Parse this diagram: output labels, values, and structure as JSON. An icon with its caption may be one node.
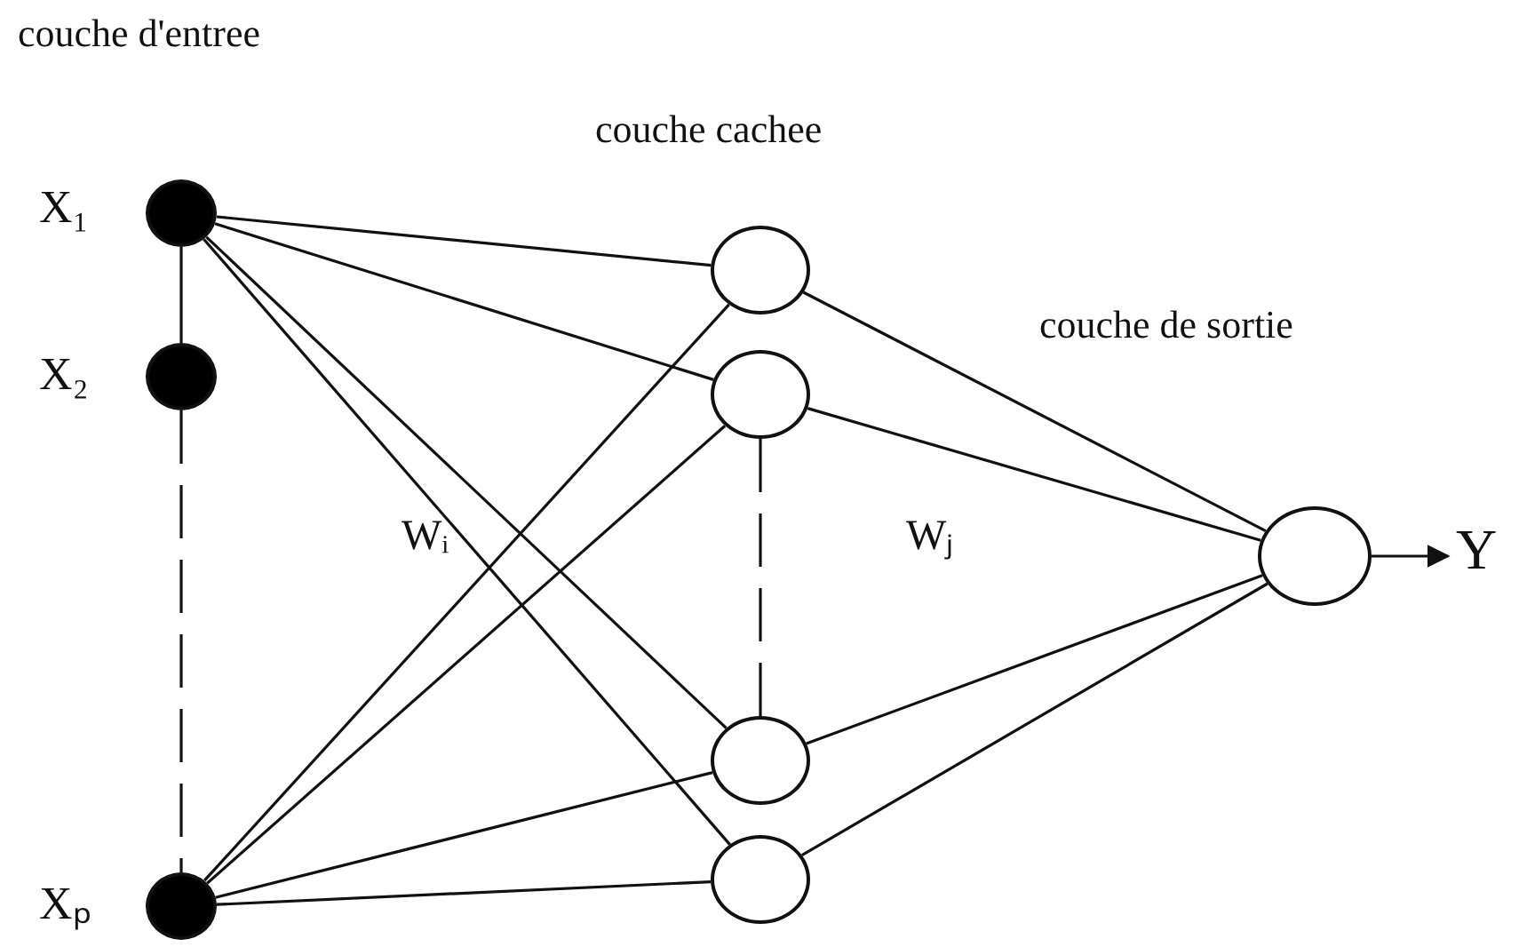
{
  "diagram": {
    "nodes": [
      {
        "text": [],
        "shape": "circle",
        "beside": [
          "X₁"
        ]
      },
      {
        "text": [],
        "shape": "circle",
        "beside": [
          "X₂"
        ]
      },
      {
        "text": [],
        "shape": "circle",
        "beside": [
          "Xₚ"
        ]
      },
      {
        "text": [],
        "shape": "circle"
      },
      {
        "text": [],
        "shape": "circle"
      },
      {
        "text": [],
        "shape": "circle"
      },
      {
        "text": [],
        "shape": "circle"
      },
      {
        "text": [],
        "shape": "circle"
      },
      {
        "text": [
          "Y"
        ]
      }
    ],
    "edges": [
      {
        "from": 0,
        "to": 1,
        "arrow": "none"
      },
      {
        "from": 1,
        "to": 2,
        "arrow": "none",
        "style": "dashed"
      },
      {
        "from": 0,
        "to": 3,
        "arrow": "none"
      },
      {
        "from": 0,
        "to": 4,
        "arrow": "none"
      },
      {
        "from": 0,
        "to": 5,
        "arrow": "none"
      },
      {
        "from": 0,
        "to": 6,
        "arrow": "none"
      },
      {
        "from": 2,
        "to": 3,
        "arrow": "none"
      },
      {
        "from": 2,
        "to": 4,
        "arrow": "none"
      },
      {
        "from": 2,
        "to": 5,
        "arrow": "none"
      },
      {
        "from": 2,
        "to": 6,
        "arrow": "none"
      },
      {
        "from": 4,
        "to": 5,
        "arrow": "none",
        "style": "dashed"
      },
      {
        "from": 3,
        "to": 7,
        "arrow": "none"
      },
      {
        "from": 4,
        "to": 7,
        "arrow": "none"
      },
      {
        "from": 5,
        "to": 7,
        "arrow": "none"
      },
      {
        "from": 6,
        "to": 7,
        "arrow": "none"
      },
      {
        "from": 7,
        "to": 8,
        "arrow": "to"
      }
    ],
    "labels": [
      "couche d'entree",
      "couche cachee",
      "couche de sortie",
      "Wᵢ",
      "Wⱼ"
    ]
  }
}
